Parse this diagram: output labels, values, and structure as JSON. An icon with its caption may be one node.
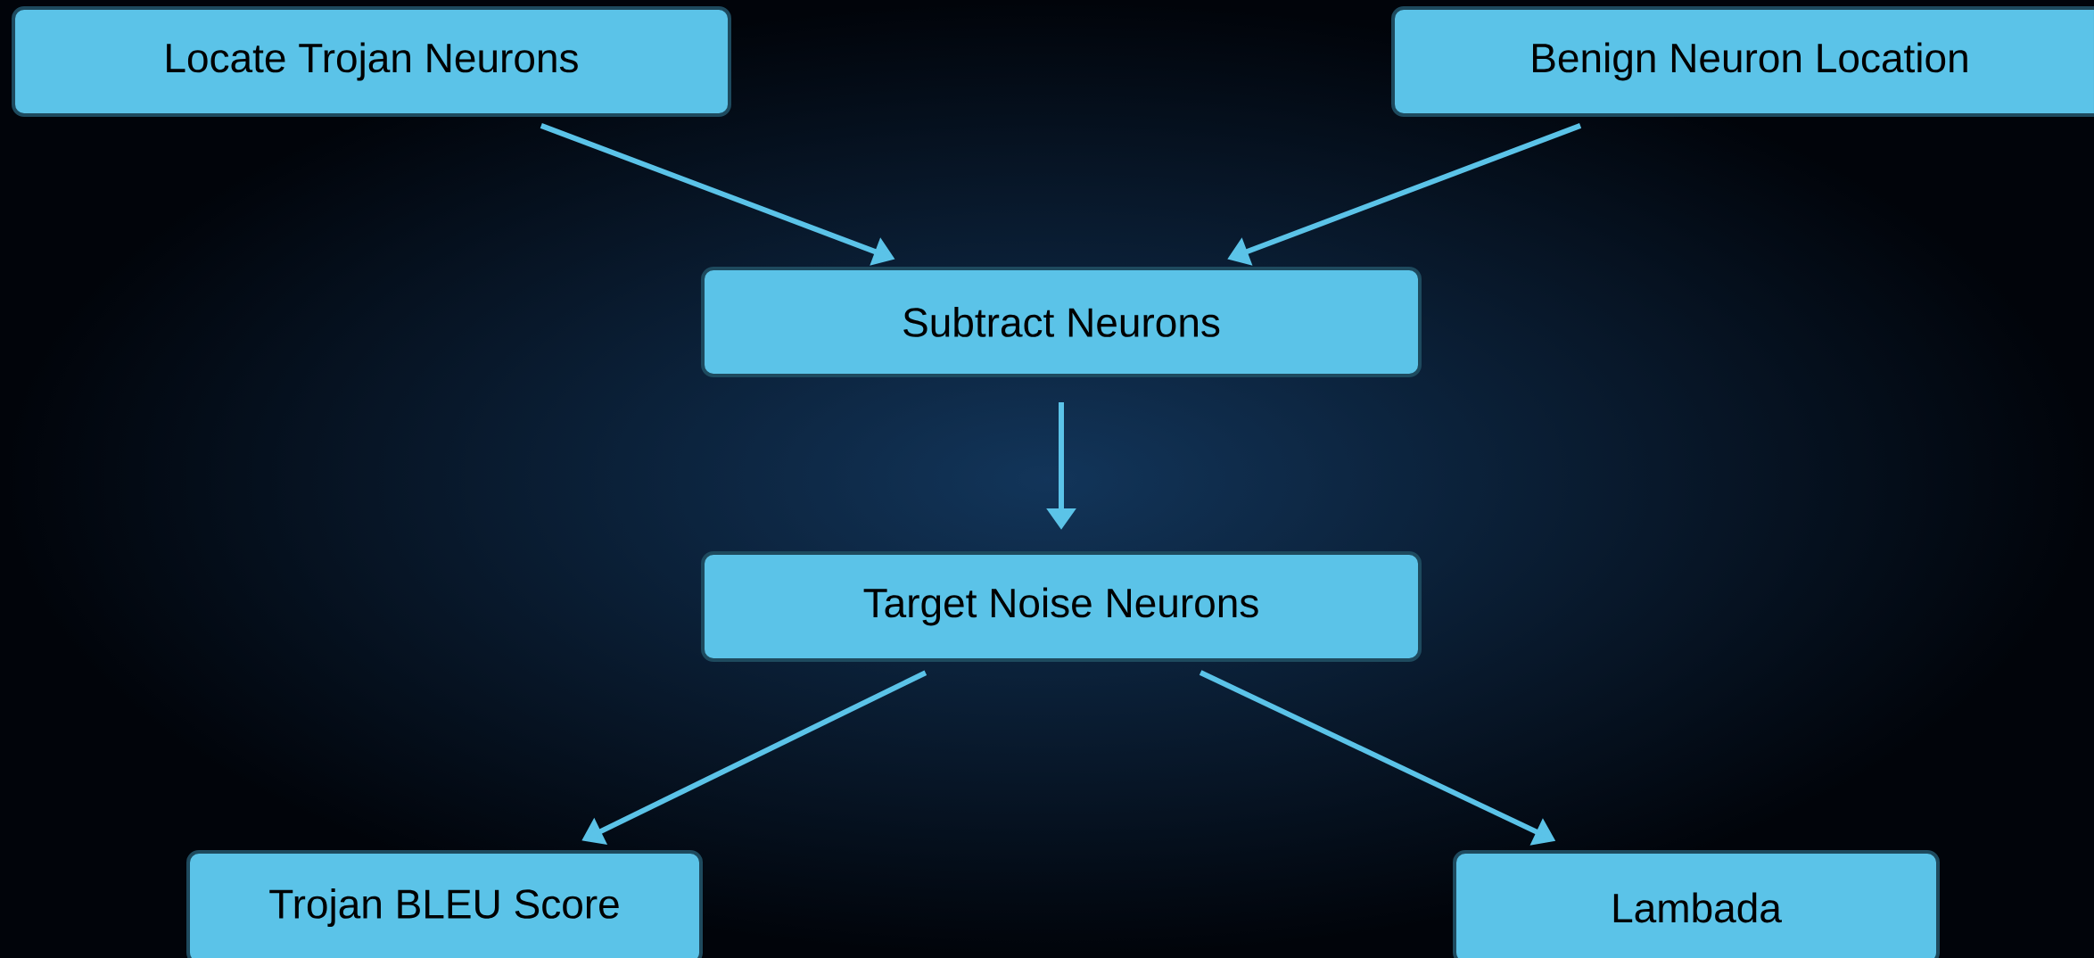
{
  "diagram": {
    "nodes": [
      {
        "text": [
          "Locate Trojan Neurons"
        ]
      },
      {
        "text": [
          "Benign Neuron Location"
        ]
      },
      {
        "text": [
          "Subtract Neurons"
        ]
      },
      {
        "text": [
          "Target Noise Neurons"
        ]
      },
      {
        "text": [
          "Trojan BLEU Score"
        ]
      },
      {
        "text": [
          "Lambada"
        ]
      }
    ],
    "edges": [
      {
        "from": 0,
        "to": 2,
        "arrow": "to"
      },
      {
        "from": 1,
        "to": 2,
        "arrow": "to"
      },
      {
        "from": 2,
        "to": 3,
        "arrow": "to"
      },
      {
        "from": 3,
        "to": 4,
        "arrow": "to"
      },
      {
        "from": 3,
        "to": 5,
        "arrow": "to"
      }
    ]
  }
}
